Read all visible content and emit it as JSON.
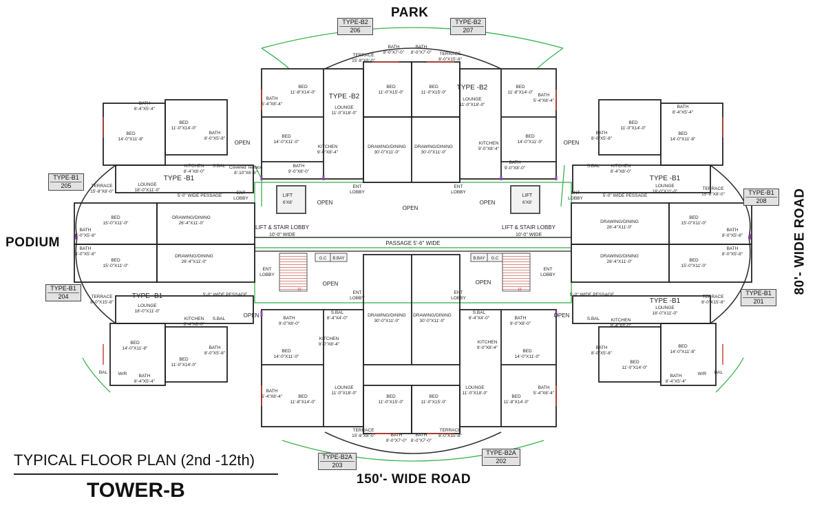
{
  "labels": {
    "park": "PARK",
    "podium": "PODIUM",
    "road_east": "80'- WIDE ROAD",
    "road_south": "150'- WIDE ROAD",
    "title": "TYPICAL FLOOR PLAN (2nd -12th)",
    "tower": "TOWER-B"
  },
  "unit_tags": [
    {
      "type": "TYPE-B2",
      "no": "206"
    },
    {
      "type": "TYPE-B2",
      "no": "207"
    },
    {
      "type": "TYPE-B1",
      "no": "205"
    },
    {
      "type": "TYPE-B1",
      "no": "208"
    },
    {
      "type": "TYPE-B1",
      "no": "204"
    },
    {
      "type": "TYPE-B1",
      "no": "201"
    },
    {
      "type": "TYPE-B2A",
      "no": "203"
    },
    {
      "type": "TYPE-B2A",
      "no": "202"
    }
  ],
  "unit_types": [
    "TYPE -B2",
    "TYPE -B2",
    "TYPE -B1",
    "TYPE -B1",
    "TYPE -B1",
    "TYPE -B1"
  ],
  "circulation": {
    "passage_main": "PASSAGE 5'-6\" WIDE",
    "lift": "LIFT",
    "lift_size": "6'X8'",
    "lift_lobby": "LIFT & STAIR LOBBY",
    "lift_lobby_width": "10'-0\" WIDE",
    "open": "OPEN",
    "ent": "ENT",
    "lobby": "LOBBY",
    "passage_side": "5'-0\" WIDE PESSAGE",
    "gc": "G.C",
    "bbay": "B.BAY",
    "covered_terrace": "Covered Terrace",
    "covered_terrace_size": "8'-10\"X6'-8\""
  },
  "rooms": {
    "bed": "BED",
    "bath": "BATH",
    "lounge": "LOUNGE",
    "kitchen": "KITCHEN",
    "drawing_dining": "DRAWING/DINING",
    "terrace": "TERRACE",
    "wr": "W/R",
    "bal": "BAL",
    "sbal": "S.BAL",
    "sizes": {
      "bed_b2_a": "11'-0\"X15'-0\"",
      "bed_b2_b": "11'-8\"X14'-0\"",
      "bed_b2_c": "14'-0\"X11'-0\"",
      "bed_b1_a": "11'-0\"X14'-0\"",
      "bed_b1_b": "14'-0\"X11'-8\"",
      "bed_b1_c": "15'-0\"X11'-0\"",
      "bath_a": "8'-0\"X7'-0\"",
      "bath_b": "8'-4\"X5'-4\"",
      "bath_c": "9'-0\"X8'-0\"",
      "bath_d": "5'-4\"X8'-4\"",
      "bath_e": "8'-0\"X5'-8\"",
      "lounge_b2": "11'-0\"X18'-0\"",
      "lounge_b1": "18'-0\"X11'-0\"",
      "kitchen_b2": "9'-0\"X8'-4\"",
      "kitchen_b1": "8'-4\"X8'-0\"",
      "dd_b2": "30'-0\"X11'-0\"",
      "dd_b1": "26'-4\"X11'-0\"",
      "terrace_top": "15'-8\"X8'-0\"",
      "terrace_top_r": "8'-0\"X15'-8\"",
      "terrace_b1": "15'-8\"X8'-0\"",
      "terrace_b1_r": "8'-0\"X15'-8\"",
      "sbal": "8'-4\"X4'-0\""
    }
  }
}
